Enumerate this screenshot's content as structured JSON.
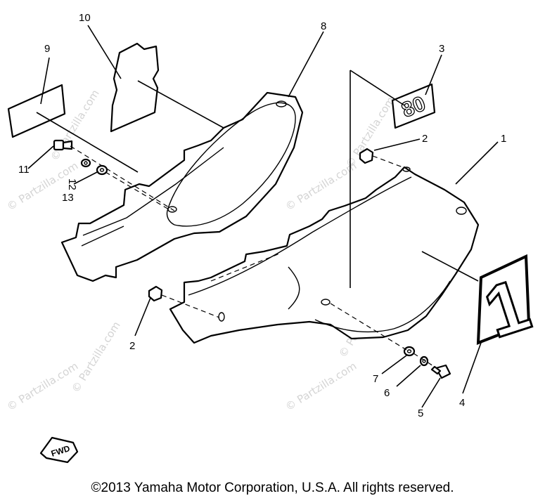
{
  "callouts": {
    "c1": "1",
    "c2a": "2",
    "c2b": "2",
    "c3": "3",
    "c4": "4",
    "c5": "5",
    "c6": "6",
    "c7": "7",
    "c8": "8",
    "c9": "9",
    "c10": "10",
    "c11": "11",
    "c12": "12",
    "c13": "13"
  },
  "emblem_80": "80",
  "emblem_1": "1",
  "fwd_label": "FWD",
  "watermark": "© Partzilla.com",
  "footer": "©2013  Yamaha Motor Corporation, U.S.A. All rights reserved."
}
